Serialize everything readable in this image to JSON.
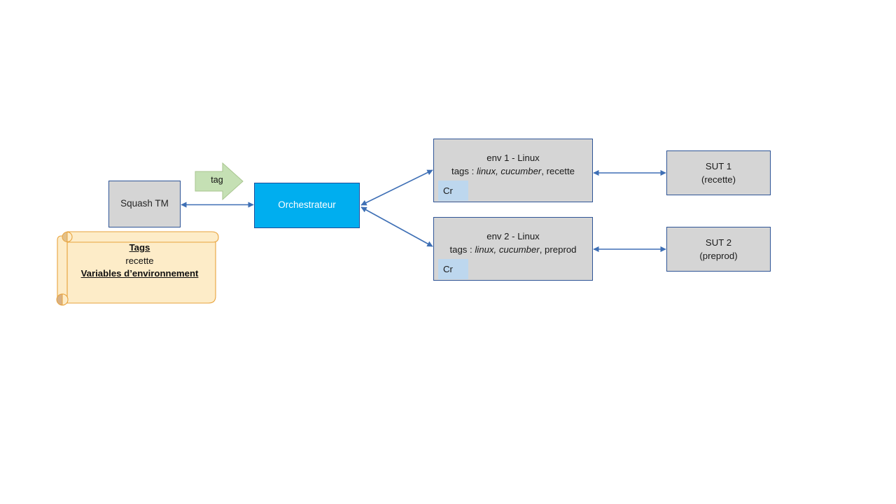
{
  "diagram": {
    "title": "Squash TM orchestration diagram",
    "colors": {
      "box_fill": "#d5d5d5",
      "box_border": "#2e5496",
      "orchestrator_fill": "#00aeef",
      "arrow": "#3e6fb5",
      "green_arrow_fill": "#c5e0b4",
      "green_arrow_border": "#a9c68f",
      "note_fill": "#fdecc8",
      "note_border": "#e8a33d",
      "badge_fill": "#bdd7ee"
    },
    "nodes": {
      "squash_tm": {
        "label": "Squash TM"
      },
      "orchestrateur": {
        "label": "Orchestrateur"
      },
      "env_1": {
        "title": "env 1 - Linux",
        "tags_prefix": "tags : ",
        "tags_italic": "linux, cucumber",
        "tags_rest": ", recette",
        "badge": "Cr"
      },
      "env_2": {
        "title": "env 2 - Linux",
        "tags_prefix": "tags : ",
        "tags_italic": "linux, cucumber",
        "tags_rest": ", preprod",
        "badge": "Cr"
      },
      "sut_1": {
        "line1": "SUT 1",
        "line2": "(recette)"
      },
      "sut_2": {
        "line1": "SUT 2",
        "line2": "(preprod)"
      }
    },
    "tag_arrow": {
      "label": "tag"
    },
    "note": {
      "heading": "Tags",
      "value": "recette",
      "subheading": "Variables d’environnement"
    },
    "connectors": [
      {
        "name": "squash-to-orchestrateur",
        "style": "double-headed"
      },
      {
        "name": "orchestrateur-to-env-1",
        "style": "double-headed"
      },
      {
        "name": "orchestrateur-to-env-2",
        "style": "double-headed"
      },
      {
        "name": "env-1-to-sut-1",
        "style": "double-headed"
      },
      {
        "name": "env-2-to-sut-2",
        "style": "double-headed"
      }
    ]
  }
}
